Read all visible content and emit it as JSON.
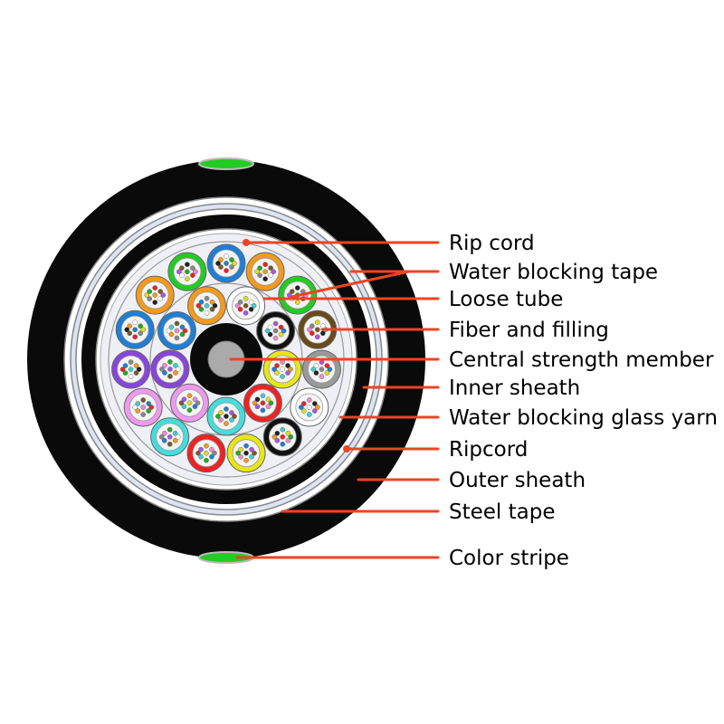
{
  "labels": {
    "rip_cord": "Rip cord",
    "water_blocking_tape": "Water blocking tape",
    "loose_tube": "Loose tube",
    "fiber_and_filling": "Fiber and filling",
    "central_strength_member": "Central strength member",
    "inner_sheath": "Inner sheath",
    "water_blocking_glass_yarn": "Water blocking glass yarn",
    "ripcord": "Ripcord",
    "outer_sheath": "Outer sheath",
    "steel_tape": "Steel tape",
    "color_stripe": "Color stripe"
  },
  "colors": {
    "leader_line": "#ee4422",
    "outer_sheath": "#0a0a0a",
    "color_stripe": "#22cc22",
    "water_blocking_tape": "#dce4f4",
    "central_strength_member": "#aaaaaa",
    "tube_colors": [
      "#1e7fd6",
      "#f39a1c",
      "#22cc22",
      "#6a4a1a",
      "#999999",
      "#ffffff",
      "#111111",
      "#e6e61a",
      "#ee2222",
      "#44dddd",
      "#ee99ee",
      "#8844dd"
    ]
  },
  "loose_tube_count": 24
}
